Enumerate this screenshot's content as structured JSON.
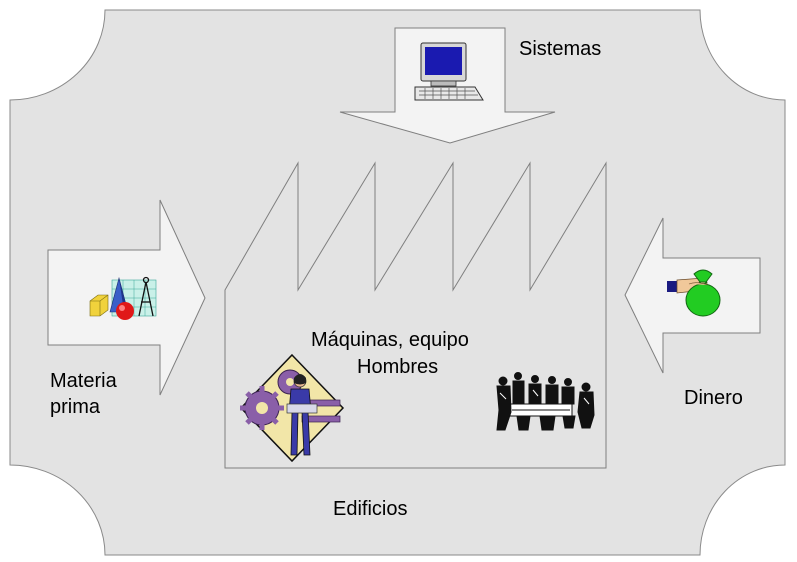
{
  "labels": {
    "sistemas": "Sistemas",
    "maquinas": "Máquinas, equipo",
    "hombres": "Hombres",
    "materia_line1": "Materia",
    "materia_line2": "prima",
    "dinero": "Dinero",
    "edificios": "Edificios"
  },
  "icons": {
    "computer": "computer-icon",
    "geometry": "geometry-shapes-icon",
    "money": "money-bag-icon",
    "worker": "worker-gears-icon",
    "meeting": "meeting-people-icon"
  },
  "colors": {
    "background_panel": "#e3e3e3",
    "stroke": "#7f7f7f"
  }
}
